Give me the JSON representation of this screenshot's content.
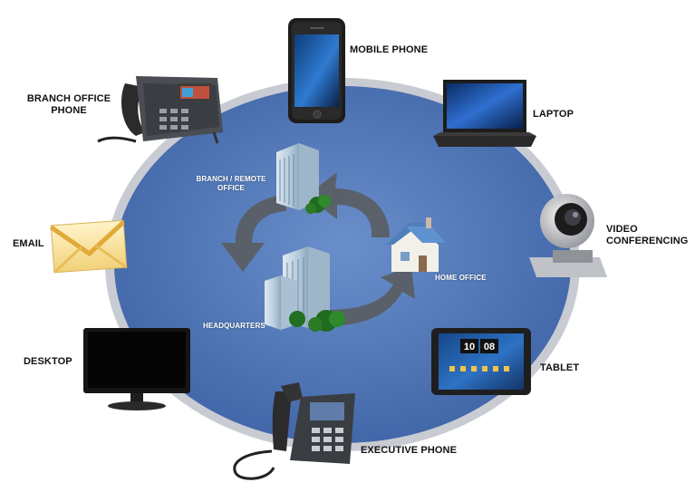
{
  "labels": {
    "mobile_phone": "MOBILE PHONE",
    "branch_office_phone_line1": "BRANCH OFFICE",
    "branch_office_phone_line2": "PHONE",
    "laptop": "LAPTOP",
    "email": "EMAIL",
    "video_conf_line1": "VIDEO",
    "video_conf_line2": "CONFERENCING",
    "desktop": "DESKTOP",
    "tablet": "TABLET",
    "executive_phone": "EXECUTIVE PHONE",
    "branch_remote_office_line1": "BRANCH / REMOTE",
    "branch_remote_office_line2": "OFFICE",
    "home_office": "HOME OFFICE",
    "headquarters": "HEADQUARTERS"
  },
  "tablet_clock": {
    "hours": "10",
    "minutes": "08"
  },
  "colors": {
    "ellipse_fill": "#4f77b8",
    "ellipse_ring": "#c9cdd3",
    "arrow": "#5a5f66"
  },
  "icons": [
    "mobile-phone-icon",
    "desk-phone-icon",
    "laptop-icon",
    "envelope-icon",
    "video-camera-icon",
    "monitor-icon",
    "tablet-icon",
    "executive-phone-icon",
    "building-icon",
    "house-icon",
    "circular-arrows-icon"
  ]
}
